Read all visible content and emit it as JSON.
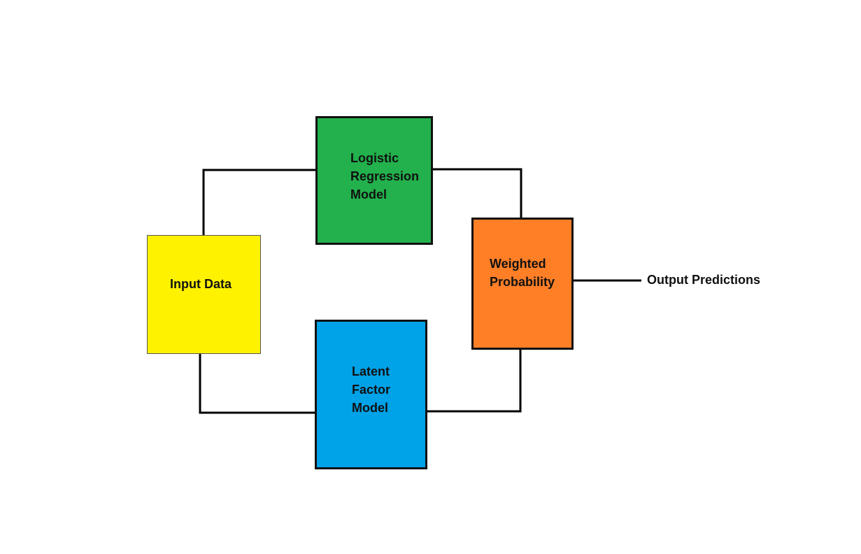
{
  "nodes": {
    "input": {
      "lines": [
        "Input Data"
      ],
      "color": "#fff200"
    },
    "logistic": {
      "lines": [
        "Logistic",
        "Regression",
        "Model"
      ],
      "color": "#22b14c"
    },
    "latent": {
      "lines": [
        "Latent",
        "Factor",
        "Model"
      ],
      "color": "#00a2e8"
    },
    "weighted": {
      "lines": [
        "Weighted",
        "Probability"
      ],
      "color": "#ff7f27"
    }
  },
  "output": {
    "label": "Output Predictions"
  },
  "edges": [
    {
      "from": "input",
      "to": "logistic"
    },
    {
      "from": "input",
      "to": "latent"
    },
    {
      "from": "logistic",
      "to": "weighted"
    },
    {
      "from": "latent",
      "to": "weighted"
    },
    {
      "from": "weighted",
      "to": "output"
    }
  ],
  "colors": {
    "connector": "#000000",
    "border": "#111111"
  }
}
